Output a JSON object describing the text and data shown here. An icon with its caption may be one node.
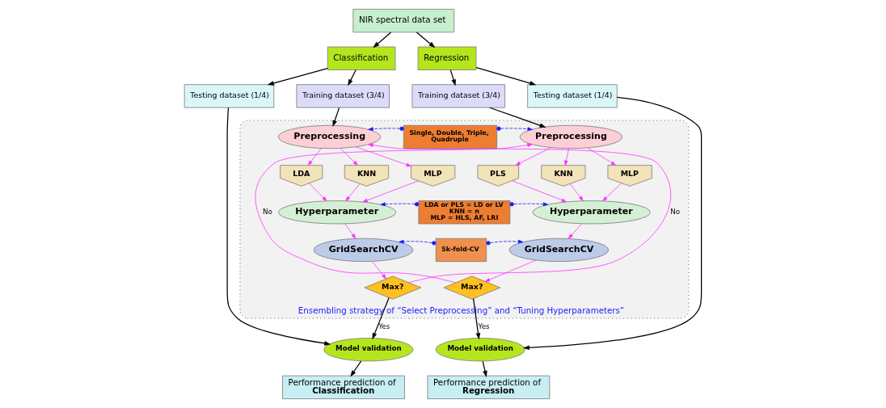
{
  "diagram": {
    "nodes": [
      {
        "text": [
          "NIR spectral data set"
        ]
      },
      {
        "text": [
          "Classification"
        ]
      },
      {
        "text": [
          "Regression"
        ]
      },
      {
        "text": [
          "Testing dataset (1/4)"
        ]
      },
      {
        "text": [
          "Training dataset (3/4)"
        ]
      },
      {
        "text": [
          "Training dataset (3/4)"
        ]
      },
      {
        "text": [
          "Testing dataset (1/4)"
        ]
      },
      {
        "text": [
          "Ensembling strategy of “Select Preprocessing” and “Tuning Hyperparameters”"
        ]
      },
      {
        "text": [
          "Preprocessing"
        ],
        "in": 7
      },
      {
        "text": [
          "Single, Double, Triple, Quadruple"
        ],
        "in": 7
      },
      {
        "text": [
          "Preprocessing"
        ],
        "in": 7
      },
      {
        "text": [
          "LDA"
        ],
        "in": 7
      },
      {
        "text": [
          "KNN"
        ],
        "in": 7
      },
      {
        "text": [
          "MLP"
        ],
        "in": 7
      },
      {
        "text": [
          "PLS"
        ],
        "in": 7
      },
      {
        "text": [
          "KNN"
        ],
        "in": 7
      },
      {
        "text": [
          "MLP"
        ],
        "in": 7
      },
      {
        "text": [
          "Hyperparameter"
        ],
        "in": 7
      },
      {
        "text": [
          "LDA or PLS = LD or LV",
          "KNN = n",
          "MLP = HLS, AF, LRI"
        ],
        "in": 7
      },
      {
        "text": [
          "Hyperparameter"
        ],
        "in": 7
      },
      {
        "text": [
          "GridSearchCV"
        ],
        "in": 7
      },
      {
        "text": [
          "5k-fold-CV"
        ],
        "in": 7
      },
      {
        "text": [
          "GridSearchCV"
        ],
        "in": 7
      },
      {
        "text": [
          "Max?"
        ],
        "in": 7
      },
      {
        "text": [
          "Max?"
        ],
        "in": 7
      },
      {
        "text": [
          "Model validation"
        ]
      },
      {
        "text": [
          "Model validation"
        ]
      },
      {
        "text": [
          "Performance prediction of",
          "Classification"
        ]
      },
      {
        "text": [
          "Performance prediction of",
          "Regression"
        ]
      }
    ],
    "edges": [
      {
        "from": 0,
        "to": 1,
        "arrow": "to",
        "color": "#000000"
      },
      {
        "from": 0,
        "to": 2,
        "arrow": "to",
        "color": "#000000"
      },
      {
        "from": 1,
        "to": 3,
        "arrow": "to",
        "color": "#000000"
      },
      {
        "from": 1,
        "to": 4,
        "arrow": "to",
        "color": "#000000"
      },
      {
        "from": 2,
        "to": 5,
        "arrow": "to",
        "color": "#000000"
      },
      {
        "from": 2,
        "to": 6,
        "arrow": "to",
        "color": "#000000"
      },
      {
        "from": 4,
        "to": 8,
        "arrow": "to",
        "color": "#000000"
      },
      {
        "from": 5,
        "to": 10,
        "arrow": "to",
        "color": "#000000"
      },
      {
        "from": 9,
        "to": 8,
        "arrow": "to",
        "style": "dashed",
        "color": "#1a1aff"
      },
      {
        "from": 9,
        "to": 10,
        "arrow": "to",
        "style": "dashed",
        "color": "#1a1aff"
      },
      {
        "from": 8,
        "to": 11,
        "arrow": "to"
      },
      {
        "from": 8,
        "to": 12,
        "arrow": "to"
      },
      {
        "from": 8,
        "to": 13,
        "arrow": "to"
      },
      {
        "from": 10,
        "to": 14,
        "arrow": "to"
      },
      {
        "from": 10,
        "to": 15,
        "arrow": "to"
      },
      {
        "from": 10,
        "to": 16,
        "arrow": "to"
      },
      {
        "from": 11,
        "to": 17,
        "arrow": "to"
      },
      {
        "from": 12,
        "to": 17,
        "arrow": "to"
      },
      {
        "from": 13,
        "to": 17,
        "arrow": "to"
      },
      {
        "from": 14,
        "to": 19,
        "arrow": "to"
      },
      {
        "from": 15,
        "to": 19,
        "arrow": "to"
      },
      {
        "from": 16,
        "to": 19,
        "arrow": "to"
      },
      {
        "from": 18,
        "to": 17,
        "arrow": "to",
        "style": "dashed",
        "color": "#1a1aff"
      },
      {
        "from": 18,
        "to": 19,
        "arrow": "to",
        "style": "dashed",
        "color": "#1a1aff"
      },
      {
        "from": 17,
        "to": 20,
        "arrow": "to"
      },
      {
        "from": 19,
        "to": 22,
        "arrow": "to"
      },
      {
        "from": 21,
        "to": 20,
        "arrow": "to",
        "style": "dashed",
        "color": "#1a1aff"
      },
      {
        "from": 21,
        "to": 22,
        "arrow": "to",
        "style": "dashed",
        "color": "#1a1aff"
      },
      {
        "from": 20,
        "to": 23,
        "arrow": "to"
      },
      {
        "from": 22,
        "to": 24,
        "arrow": "to"
      },
      {
        "from": 23,
        "to": 8,
        "arrow": "to",
        "label": "No"
      },
      {
        "from": 24,
        "to": 10,
        "arrow": "to",
        "label": "No"
      },
      {
        "from": 23,
        "to": 25,
        "arrow": "to",
        "label": "Yes",
        "color": "#000000"
      },
      {
        "from": 24,
        "to": 26,
        "arrow": "to",
        "label": "Yes",
        "color": "#000000"
      },
      {
        "from": 3,
        "to": 25,
        "arrow": "to",
        "color": "#000000"
      },
      {
        "from": 6,
        "to": 26,
        "arrow": "to",
        "color": "#000000"
      },
      {
        "from": 25,
        "to": 27,
        "arrow": "to",
        "color": "#000000"
      },
      {
        "from": 26,
        "to": 28,
        "arrow": "to",
        "color": "#000000"
      }
    ]
  }
}
